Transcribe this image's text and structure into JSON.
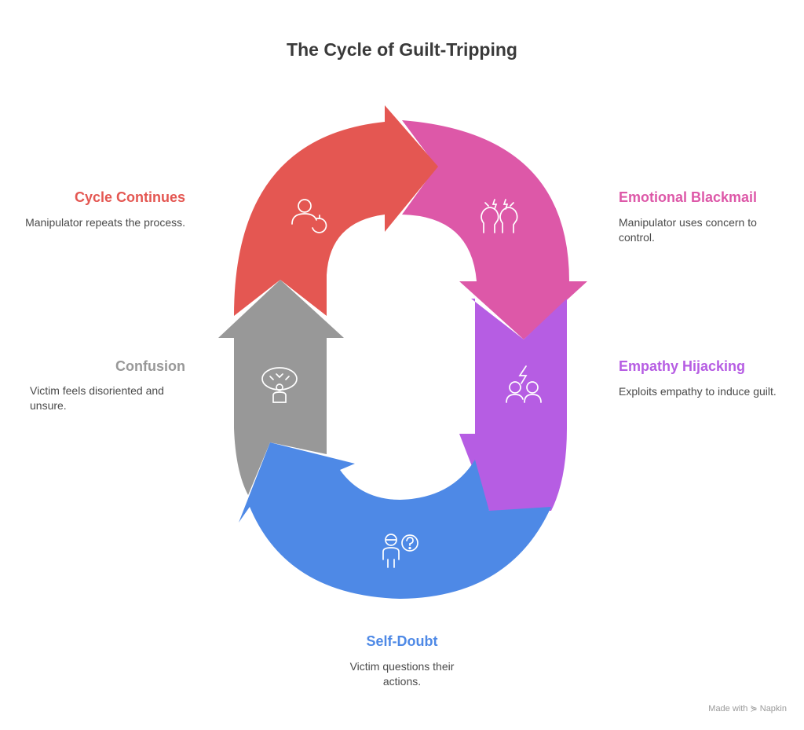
{
  "title": "The Cycle of Guilt-Tripping",
  "steps": [
    {
      "title": "Emotional Blackmail",
      "desc": "Manipulator uses concern to control.",
      "color": "#dd58a8",
      "icon": "stressed-heads-icon"
    },
    {
      "title": "Empathy Hijacking",
      "desc": "Exploits empathy to induce guilt.",
      "color": "#b65de3",
      "icon": "two-people-lightning-icon"
    },
    {
      "title": "Self-Doubt",
      "desc": "Victim questions their actions.",
      "color": "#4e89e6",
      "icon": "person-question-icon"
    },
    {
      "title": "Confusion",
      "desc": "Victim feels disoriented and unsure.",
      "color": "#989898",
      "icon": "confused-person-icon"
    },
    {
      "title": "Cycle Continues",
      "desc": "Manipulator repeats the process.",
      "color": "#e45752",
      "icon": "person-cycle-icon"
    }
  ],
  "credit": "Made with ⋟ Napkin"
}
